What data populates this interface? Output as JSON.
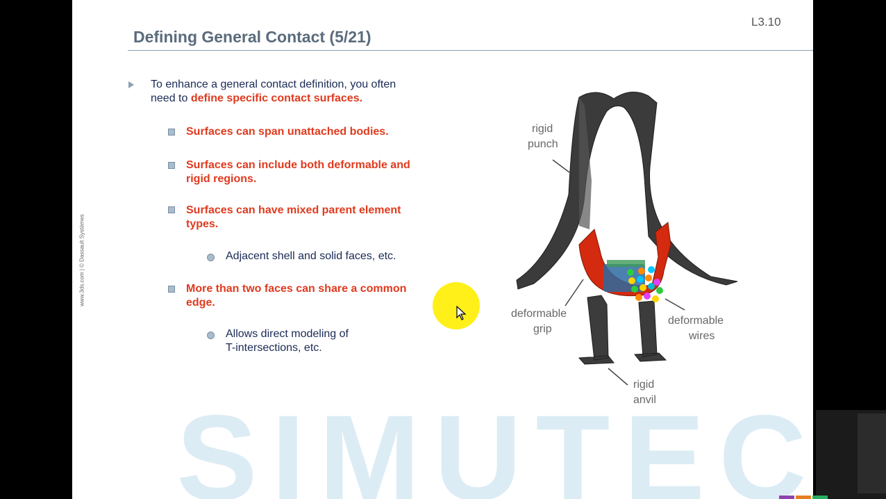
{
  "slide": {
    "title": "Defining General Contact (5/21)",
    "number": "L3.10",
    "side_credit": "www.3ds.com | © Dassault Systèmes",
    "watermark": "SIMUTECH"
  },
  "bullets": {
    "b1_line1": "To enhance a general contact definition, you often",
    "b1_line2_plain": "need to ",
    "b1_line2_red": "define specific contact surfaces.",
    "s1": "Surfaces can span unattached bodies.",
    "s2_line1": "Surfaces can include both deformable and",
    "s2_line2": "rigid regions.",
    "s3_line1": "Surfaces can have mixed parent element",
    "s3_line2": "types.",
    "t1": "Adjacent shell and solid faces, etc.",
    "s4_line1": "More than two faces can share a common",
    "s4_line2": "edge.",
    "t2_line1": "Allows direct modeling of",
    "t2_line2": "T-intersections, etc."
  },
  "diagram": {
    "rigid_punch_1": "rigid",
    "rigid_punch_2": "punch",
    "deformable_grip_1": "deformable",
    "deformable_grip_2": "grip",
    "deformable_wires_1": "deformable",
    "deformable_wires_2": "wires",
    "rigid_anvil_1": "rigid",
    "rigid_anvil_2": "anvil"
  },
  "colors": {
    "title": "#5a6b7c",
    "body_text": "#1a2a55",
    "highlight_red": "#e03a1e",
    "rigid_part": "#3a3a3a",
    "grip_red": "#d42a10"
  }
}
